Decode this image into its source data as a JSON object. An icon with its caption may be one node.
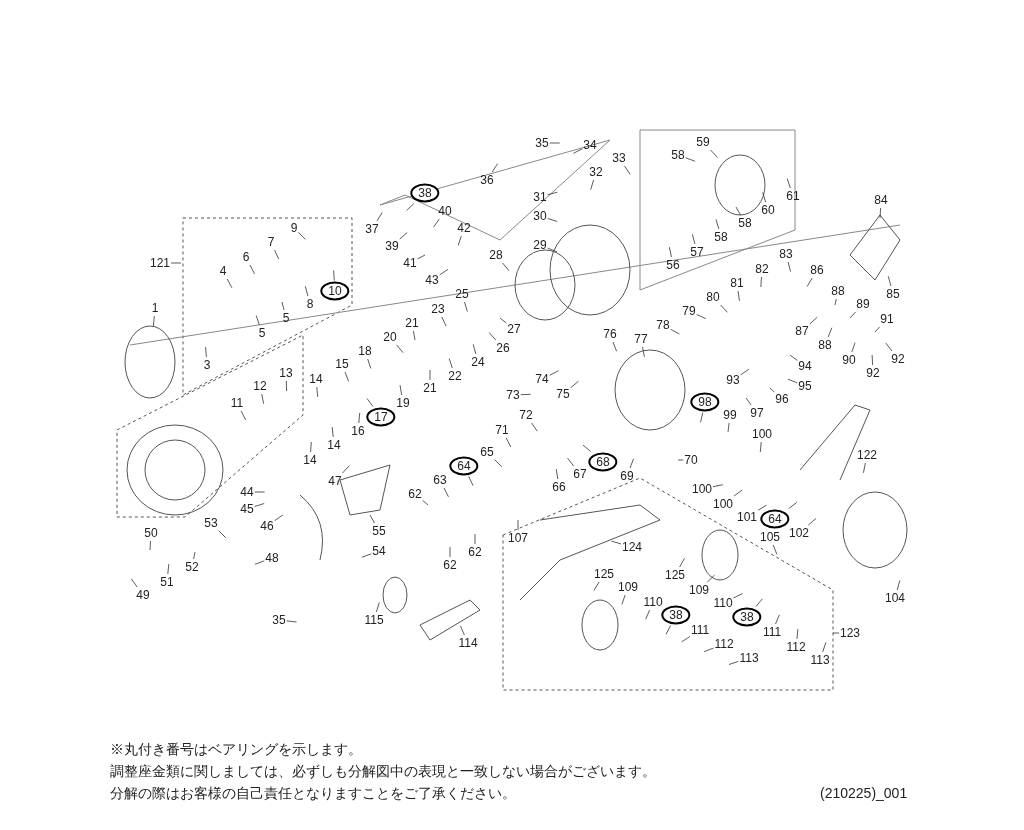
{
  "diagram": {
    "nodes": [
      {
        "text": [
          "121"
        ]
      },
      {
        "text": [
          "1"
        ]
      },
      {
        "text": [
          "3"
        ]
      },
      {
        "text": [
          "4"
        ]
      },
      {
        "text": [
          "5"
        ]
      },
      {
        "text": [
          "5"
        ]
      },
      {
        "text": [
          "6"
        ]
      },
      {
        "text": [
          "7"
        ]
      },
      {
        "text": [
          "8"
        ]
      },
      {
        "text": [
          "9"
        ]
      },
      {
        "text": [
          "10"
        ]
      },
      {
        "text": [
          "11"
        ]
      },
      {
        "text": [
          "12"
        ]
      },
      {
        "text": [
          "13"
        ]
      },
      {
        "text": [
          "14"
        ]
      },
      {
        "text": [
          "14"
        ]
      },
      {
        "text": [
          "14"
        ]
      },
      {
        "text": [
          "15"
        ]
      },
      {
        "text": [
          "18"
        ]
      },
      {
        "text": [
          "17"
        ]
      },
      {
        "text": [
          "16"
        ]
      },
      {
        "text": [
          "20"
        ]
      },
      {
        "text": [
          "19"
        ]
      },
      {
        "text": [
          "21"
        ]
      },
      {
        "text": [
          "21"
        ]
      },
      {
        "text": [
          "22"
        ]
      },
      {
        "text": [
          "23"
        ]
      },
      {
        "text": [
          "24"
        ]
      },
      {
        "text": [
          "25"
        ]
      },
      {
        "text": [
          "26"
        ]
      },
      {
        "text": [
          "27"
        ]
      },
      {
        "text": [
          "28"
        ]
      },
      {
        "text": [
          "29"
        ]
      },
      {
        "text": [
          "30"
        ]
      },
      {
        "text": [
          "31"
        ]
      },
      {
        "text": [
          "32"
        ]
      },
      {
        "text": [
          "33"
        ]
      },
      {
        "text": [
          "34"
        ]
      },
      {
        "text": [
          "35"
        ]
      },
      {
        "text": [
          "36"
        ]
      },
      {
        "text": [
          "37"
        ]
      },
      {
        "text": [
          "38"
        ]
      },
      {
        "text": [
          "39"
        ]
      },
      {
        "text": [
          "40"
        ]
      },
      {
        "text": [
          "41"
        ]
      },
      {
        "text": [
          "42"
        ]
      },
      {
        "text": [
          "43"
        ]
      },
      {
        "text": [
          "56"
        ]
      },
      {
        "text": [
          "57"
        ]
      },
      {
        "text": [
          "58"
        ]
      },
      {
        "text": [
          "58"
        ]
      },
      {
        "text": [
          "58"
        ]
      },
      {
        "text": [
          "59"
        ]
      },
      {
        "text": [
          "60"
        ]
      },
      {
        "text": [
          "61"
        ]
      },
      {
        "text": [
          "84"
        ]
      },
      {
        "text": [
          "85"
        ]
      },
      {
        "text": [
          "86"
        ]
      },
      {
        "text": [
          "87"
        ]
      },
      {
        "text": [
          "88"
        ]
      },
      {
        "text": [
          "88"
        ]
      },
      {
        "text": [
          "89"
        ]
      },
      {
        "text": [
          "90"
        ]
      },
      {
        "text": [
          "91"
        ]
      },
      {
        "text": [
          "92"
        ]
      },
      {
        "text": [
          "92"
        ]
      },
      {
        "text": [
          "83"
        ]
      },
      {
        "text": [
          "82"
        ]
      },
      {
        "text": [
          "81"
        ]
      },
      {
        "text": [
          "80"
        ]
      },
      {
        "text": [
          "79"
        ]
      },
      {
        "text": [
          "78"
        ]
      },
      {
        "text": [
          "94"
        ]
      },
      {
        "text": [
          "95"
        ]
      },
      {
        "text": [
          "93"
        ]
      },
      {
        "text": [
          "96"
        ]
      },
      {
        "text": [
          "97"
        ]
      },
      {
        "text": [
          "98"
        ]
      },
      {
        "text": [
          "99"
        ]
      },
      {
        "text": [
          "76"
        ]
      },
      {
        "text": [
          "77"
        ]
      },
      {
        "text": [
          "74"
        ]
      },
      {
        "text": [
          "75"
        ]
      },
      {
        "text": [
          "73"
        ]
      },
      {
        "text": [
          "72"
        ]
      },
      {
        "text": [
          "71"
        ]
      },
      {
        "text": [
          "65"
        ]
      },
      {
        "text": [
          "64"
        ]
      },
      {
        "text": [
          "63"
        ]
      },
      {
        "text": [
          "62"
        ]
      },
      {
        "text": [
          "62"
        ]
      },
      {
        "text": [
          "62"
        ]
      },
      {
        "text": [
          "66"
        ]
      },
      {
        "text": [
          "67"
        ]
      },
      {
        "text": [
          "68"
        ]
      },
      {
        "text": [
          "69"
        ]
      },
      {
        "text": [
          "70"
        ]
      },
      {
        "text": [
          "100"
        ]
      },
      {
        "text": [
          "100"
        ]
      },
      {
        "text": [
          "100"
        ]
      },
      {
        "text": [
          "101"
        ]
      },
      {
        "text": [
          "64"
        ]
      },
      {
        "text": [
          "102"
        ]
      },
      {
        "text": [
          "105"
        ]
      },
      {
        "text": [
          "122"
        ]
      },
      {
        "text": [
          "104"
        ]
      },
      {
        "text": [
          "123"
        ]
      },
      {
        "text": [
          "125"
        ]
      },
      {
        "text": [
          "109"
        ]
      },
      {
        "text": [
          "110"
        ]
      },
      {
        "text": [
          "38"
        ]
      },
      {
        "text": [
          "111"
        ]
      },
      {
        "text": [
          "112"
        ]
      },
      {
        "text": [
          "113"
        ]
      },
      {
        "text": [
          "111"
        ]
      },
      {
        "text": [
          "112"
        ]
      },
      {
        "text": [
          "113"
        ]
      },
      {
        "text": [
          "38"
        ]
      },
      {
        "text": [
          "110"
        ]
      },
      {
        "text": [
          "109"
        ]
      },
      {
        "text": [
          "125"
        ]
      },
      {
        "text": [
          "124"
        ]
      },
      {
        "text": [
          "107"
        ]
      },
      {
        "text": [
          "114"
        ]
      },
      {
        "text": [
          "115"
        ]
      },
      {
        "text": [
          "35"
        ]
      },
      {
        "text": [
          "44"
        ]
      },
      {
        "text": [
          "45"
        ]
      },
      {
        "text": [
          "46"
        ]
      },
      {
        "text": [
          "47"
        ]
      },
      {
        "text": [
          "55"
        ]
      },
      {
        "text": [
          "54"
        ]
      },
      {
        "text": [
          "53"
        ]
      },
      {
        "text": [
          "50"
        ]
      },
      {
        "text": [
          "51"
        ]
      },
      {
        "text": [
          "52"
        ]
      },
      {
        "text": [
          "49"
        ]
      },
      {
        "text": [
          "48"
        ]
      }
    ],
    "edges": [
      {
        "from": 0,
        "to": null,
        "arrow": "none"
      },
      {
        "from": 1,
        "to": null,
        "arrow": "none"
      },
      {
        "from": 2,
        "to": null,
        "arrow": "none"
      },
      {
        "from": 3,
        "to": null,
        "arrow": "none"
      },
      {
        "from": 4,
        "to": null,
        "arrow": "none"
      },
      {
        "from": 5,
        "to": null,
        "arrow": "none"
      },
      {
        "from": 6,
        "to": null,
        "arrow": "none"
      },
      {
        "from": 7,
        "to": null,
        "arrow": "none"
      },
      {
        "from": 8,
        "to": null,
        "arrow": "none"
      },
      {
        "from": 9,
        "to": null,
        "arrow": "none"
      },
      {
        "from": 10,
        "to": null,
        "arrow": "none"
      },
      {
        "from": 11,
        "to": null,
        "arrow": "none"
      },
      {
        "from": 12,
        "to": null,
        "arrow": "none"
      },
      {
        "from": 13,
        "to": null,
        "arrow": "none"
      },
      {
        "from": 14,
        "to": null,
        "arrow": "none"
      },
      {
        "from": 15,
        "to": null,
        "arrow": "none"
      },
      {
        "from": 16,
        "to": null,
        "arrow": "none"
      },
      {
        "from": 17,
        "to": null,
        "arrow": "none"
      },
      {
        "from": 18,
        "to": null,
        "arrow": "none"
      },
      {
        "from": 19,
        "to": null,
        "arrow": "none"
      },
      {
        "from": 20,
        "to": null,
        "arrow": "none"
      },
      {
        "from": 21,
        "to": null,
        "arrow": "none"
      },
      {
        "from": 22,
        "to": null,
        "arrow": "none"
      },
      {
        "from": 23,
        "to": null,
        "arrow": "none"
      },
      {
        "from": 24,
        "to": null,
        "arrow": "none"
      },
      {
        "from": 25,
        "to": null,
        "arrow": "none"
      },
      {
        "from": 26,
        "to": null,
        "arrow": "none"
      },
      {
        "from": 27,
        "to": null,
        "arrow": "none"
      },
      {
        "from": 28,
        "to": null,
        "arrow": "none"
      },
      {
        "from": 29,
        "to": null,
        "arrow": "none"
      },
      {
        "from": 30,
        "to": null,
        "arrow": "none"
      },
      {
        "from": 31,
        "to": null,
        "arrow": "none"
      },
      {
        "from": 32,
        "to": null,
        "arrow": "none"
      },
      {
        "from": 33,
        "to": null,
        "arrow": "none"
      },
      {
        "from": 34,
        "to": null,
        "arrow": "none"
      },
      {
        "from": 35,
        "to": null,
        "arrow": "none"
      },
      {
        "from": 36,
        "to": null,
        "arrow": "none"
      },
      {
        "from": 37,
        "to": null,
        "arrow": "none"
      },
      {
        "from": 38,
        "to": null,
        "arrow": "none"
      },
      {
        "from": 39,
        "to": null,
        "arrow": "none"
      },
      {
        "from": 40,
        "to": null,
        "arrow": "none"
      },
      {
        "from": 41,
        "to": null,
        "arrow": "none"
      },
      {
        "from": 42,
        "to": null,
        "arrow": "none"
      },
      {
        "from": 43,
        "to": null,
        "arrow": "none"
      },
      {
        "from": 44,
        "to": null,
        "arrow": "none"
      },
      {
        "from": 45,
        "to": null,
        "arrow": "none"
      },
      {
        "from": 46,
        "to": null,
        "arrow": "none"
      },
      {
        "from": 47,
        "to": null,
        "arrow": "none"
      },
      {
        "from": 48,
        "to": null,
        "arrow": "none"
      },
      {
        "from": 49,
        "to": null,
        "arrow": "none"
      },
      {
        "from": 50,
        "to": null,
        "arrow": "none"
      },
      {
        "from": 51,
        "to": null,
        "arrow": "none"
      },
      {
        "from": 52,
        "to": null,
        "arrow": "none"
      },
      {
        "from": 53,
        "to": null,
        "arrow": "none"
      },
      {
        "from": 54,
        "to": null,
        "arrow": "none"
      },
      {
        "from": 55,
        "to": null,
        "arrow": "none"
      },
      {
        "from": 56,
        "to": null,
        "arrow": "none"
      },
      {
        "from": 57,
        "to": null,
        "arrow": "none"
      },
      {
        "from": 58,
        "to": null,
        "arrow": "none"
      },
      {
        "from": 59,
        "to": null,
        "arrow": "none"
      },
      {
        "from": 60,
        "to": null,
        "arrow": "none"
      },
      {
        "from": 61,
        "to": null,
        "arrow": "none"
      },
      {
        "from": 62,
        "to": null,
        "arrow": "none"
      },
      {
        "from": 63,
        "to": null,
        "arrow": "none"
      },
      {
        "from": 64,
        "to": null,
        "arrow": "none"
      },
      {
        "from": 65,
        "to": null,
        "arrow": "none"
      },
      {
        "from": 66,
        "to": null,
        "arrow": "none"
      },
      {
        "from": 67,
        "to": null,
        "arrow": "none"
      },
      {
        "from": 68,
        "to": null,
        "arrow": "none"
      },
      {
        "from": 69,
        "to": null,
        "arrow": "none"
      },
      {
        "from": 70,
        "to": null,
        "arrow": "none"
      },
      {
        "from": 71,
        "to": null,
        "arrow": "none"
      },
      {
        "from": 72,
        "to": null,
        "arrow": "none"
      },
      {
        "from": 73,
        "to": null,
        "arrow": "none"
      },
      {
        "from": 74,
        "to": null,
        "arrow": "none"
      },
      {
        "from": 75,
        "to": null,
        "arrow": "none"
      },
      {
        "from": 76,
        "to": null,
        "arrow": "none"
      },
      {
        "from": 77,
        "to": null,
        "arrow": "none"
      },
      {
        "from": 78,
        "to": null,
        "arrow": "none"
      },
      {
        "from": 79,
        "to": null,
        "arrow": "none"
      },
      {
        "from": 80,
        "to": null,
        "arrow": "none"
      },
      {
        "from": 81,
        "to": null,
        "arrow": "none"
      },
      {
        "from": 82,
        "to": null,
        "arrow": "none"
      },
      {
        "from": 83,
        "to": null,
        "arrow": "none"
      },
      {
        "from": 84,
        "to": null,
        "arrow": "none"
      },
      {
        "from": 85,
        "to": null,
        "arrow": "none"
      },
      {
        "from": 86,
        "to": null,
        "arrow": "none"
      },
      {
        "from": 87,
        "to": null,
        "arrow": "none"
      },
      {
        "from": 88,
        "to": null,
        "arrow": "none"
      },
      {
        "from": 89,
        "to": null,
        "arrow": "none"
      },
      {
        "from": 90,
        "to": null,
        "arrow": "none"
      },
      {
        "from": 91,
        "to": null,
        "arrow": "none"
      },
      {
        "from": 92,
        "to": null,
        "arrow": "none"
      },
      {
        "from": 93,
        "to": null,
        "arrow": "none"
      },
      {
        "from": 94,
        "to": null,
        "arrow": "none"
      },
      {
        "from": 95,
        "to": null,
        "arrow": "none"
      },
      {
        "from": 96,
        "to": null,
        "arrow": "none"
      },
      {
        "from": 97,
        "to": null,
        "arrow": "none"
      },
      {
        "from": 98,
        "to": null,
        "arrow": "none"
      },
      {
        "from": 99,
        "to": null,
        "arrow": "none"
      },
      {
        "from": 100,
        "to": null,
        "arrow": "none"
      },
      {
        "from": 101,
        "to": null,
        "arrow": "none"
      },
      {
        "from": 102,
        "to": null,
        "arrow": "none"
      },
      {
        "from": 103,
        "to": null,
        "arrow": "none"
      },
      {
        "from": 104,
        "to": null,
        "arrow": "none"
      },
      {
        "from": 105,
        "to": null,
        "arrow": "none"
      },
      {
        "from": 106,
        "to": null,
        "arrow": "none"
      },
      {
        "from": 107,
        "to": null,
        "arrow": "none"
      },
      {
        "from": 108,
        "to": null,
        "arrow": "none"
      },
      {
        "from": 109,
        "to": null,
        "arrow": "none"
      },
      {
        "from": 110,
        "to": null,
        "arrow": "none"
      },
      {
        "from": 111,
        "to": null,
        "arrow": "none"
      },
      {
        "from": 112,
        "to": null,
        "arrow": "none"
      },
      {
        "from": 113,
        "to": null,
        "arrow": "none"
      },
      {
        "from": 114,
        "to": null,
        "arrow": "none"
      },
      {
        "from": 115,
        "to": null,
        "arrow": "none"
      },
      {
        "from": 116,
        "to": null,
        "arrow": "none"
      },
      {
        "from": 117,
        "to": null,
        "arrow": "none"
      },
      {
        "from": 118,
        "to": null,
        "arrow": "none"
      },
      {
        "from": 119,
        "to": null,
        "arrow": "none"
      },
      {
        "from": 120,
        "to": null,
        "arrow": "none"
      },
      {
        "from": 121,
        "to": null,
        "arrow": "none"
      },
      {
        "from": 122,
        "to": null,
        "arrow": "none"
      },
      {
        "from": 123,
        "to": null,
        "arrow": "none"
      },
      {
        "from": 124,
        "to": null,
        "arrow": "none"
      },
      {
        "from": 125,
        "to": null,
        "arrow": "none"
      },
      {
        "from": 126,
        "to": null,
        "arrow": "none"
      },
      {
        "from": 127,
        "to": null,
        "arrow": "none"
      },
      {
        "from": 128,
        "to": null,
        "arrow": "none"
      },
      {
        "from": 129,
        "to": null,
        "arrow": "none"
      },
      {
        "from": 130,
        "to": null,
        "arrow": "none"
      },
      {
        "from": 131,
        "to": null,
        "arrow": "none"
      },
      {
        "from": 132,
        "to": null,
        "arrow": "none"
      },
      {
        "from": 133,
        "to": null,
        "arrow": "none"
      },
      {
        "from": 134,
        "to": null,
        "arrow": "none"
      },
      {
        "from": 135,
        "to": null,
        "arrow": "none"
      },
      {
        "from": 136,
        "to": null,
        "arrow": "none"
      },
      {
        "from": 137,
        "to": null,
        "arrow": "none"
      }
    ],
    "labels": [
      "※丸付き番号はベアリングを示します。",
      "調整座金類に関しましては、必ずしも分解図中の表現と一致しない場合がございます。",
      "分解の際はお客様の自己責任となりますことをご了承ください。",
      "(210225)_001"
    ]
  }
}
